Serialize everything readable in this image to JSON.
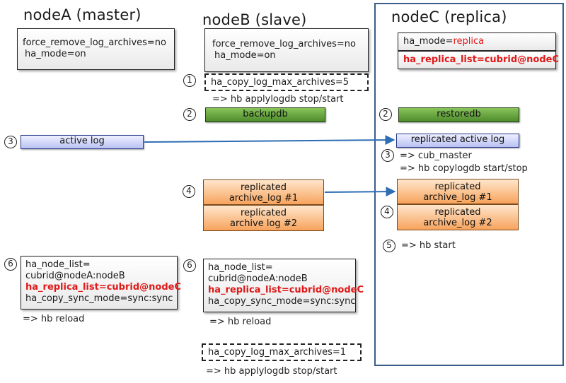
{
  "titles": {
    "nodeA": "nodeA (master)",
    "nodeB": "nodeB (slave)",
    "nodeC": "nodeC (replica)"
  },
  "nodeA": {
    "config1": [
      "force_remove_log_archives=no",
      "ha_mode=on"
    ],
    "active_log": "active log",
    "config6": {
      "line1": "ha_node_list=",
      "line2": "cubrid@nodeA:nodeB",
      "line3": "ha_replica_list=cubrid@nodeC",
      "line4": "ha_copy_sync_mode=sync:sync"
    },
    "reload_cmd": "=> hb reload"
  },
  "nodeB": {
    "config1": [
      "force_remove_log_archives=no",
      "ha_mode=on"
    ],
    "max_archives_5": "ha_copy_log_max_archives=5",
    "applylogdb_cmd_1": "=> hb applylogdb stop/start",
    "backupdb": "backupdb",
    "archive1": [
      "replicated",
      "archive_log #1"
    ],
    "archive2": [
      "replicated",
      "archive log #2"
    ],
    "config6": {
      "line1": "ha_node_list=",
      "line2": "cubrid@nodeA:nodeB",
      "line3": "ha_replica_list=cubrid@nodeC",
      "line4": "ha_copy_sync_mode=sync:sync"
    },
    "reload_cmd": "=> hb reload",
    "max_archives_1": "ha_copy_log_max_archives=1",
    "applylogdb_cmd_2": "=> hb applylogdb stop/start"
  },
  "nodeC": {
    "ha_mode_key": "ha_mode=",
    "ha_mode_value": "replica",
    "replica_list": "ha_replica_list=cubrid@nodeC",
    "restoredb": "restoredb",
    "replicated_active_log": "replicated active log",
    "cmd_cub_master": "=> cub_master",
    "cmd_copylogdb": "=> hb copylogdb start/stop",
    "archive1": [
      "replicated",
      "archive_log #1"
    ],
    "archive2": [
      "replicated",
      "archive_log #2"
    ],
    "cmd_hb_start": "=> hb start"
  },
  "steps": {
    "s1": "1",
    "s2": "2",
    "s3": "3",
    "s4": "4",
    "s5": "5",
    "s6": "6"
  },
  "colors": {
    "highlight_red": "#e01818",
    "arrow_blue": "#2e6db4",
    "frame_blue": "#3b5c8a"
  }
}
